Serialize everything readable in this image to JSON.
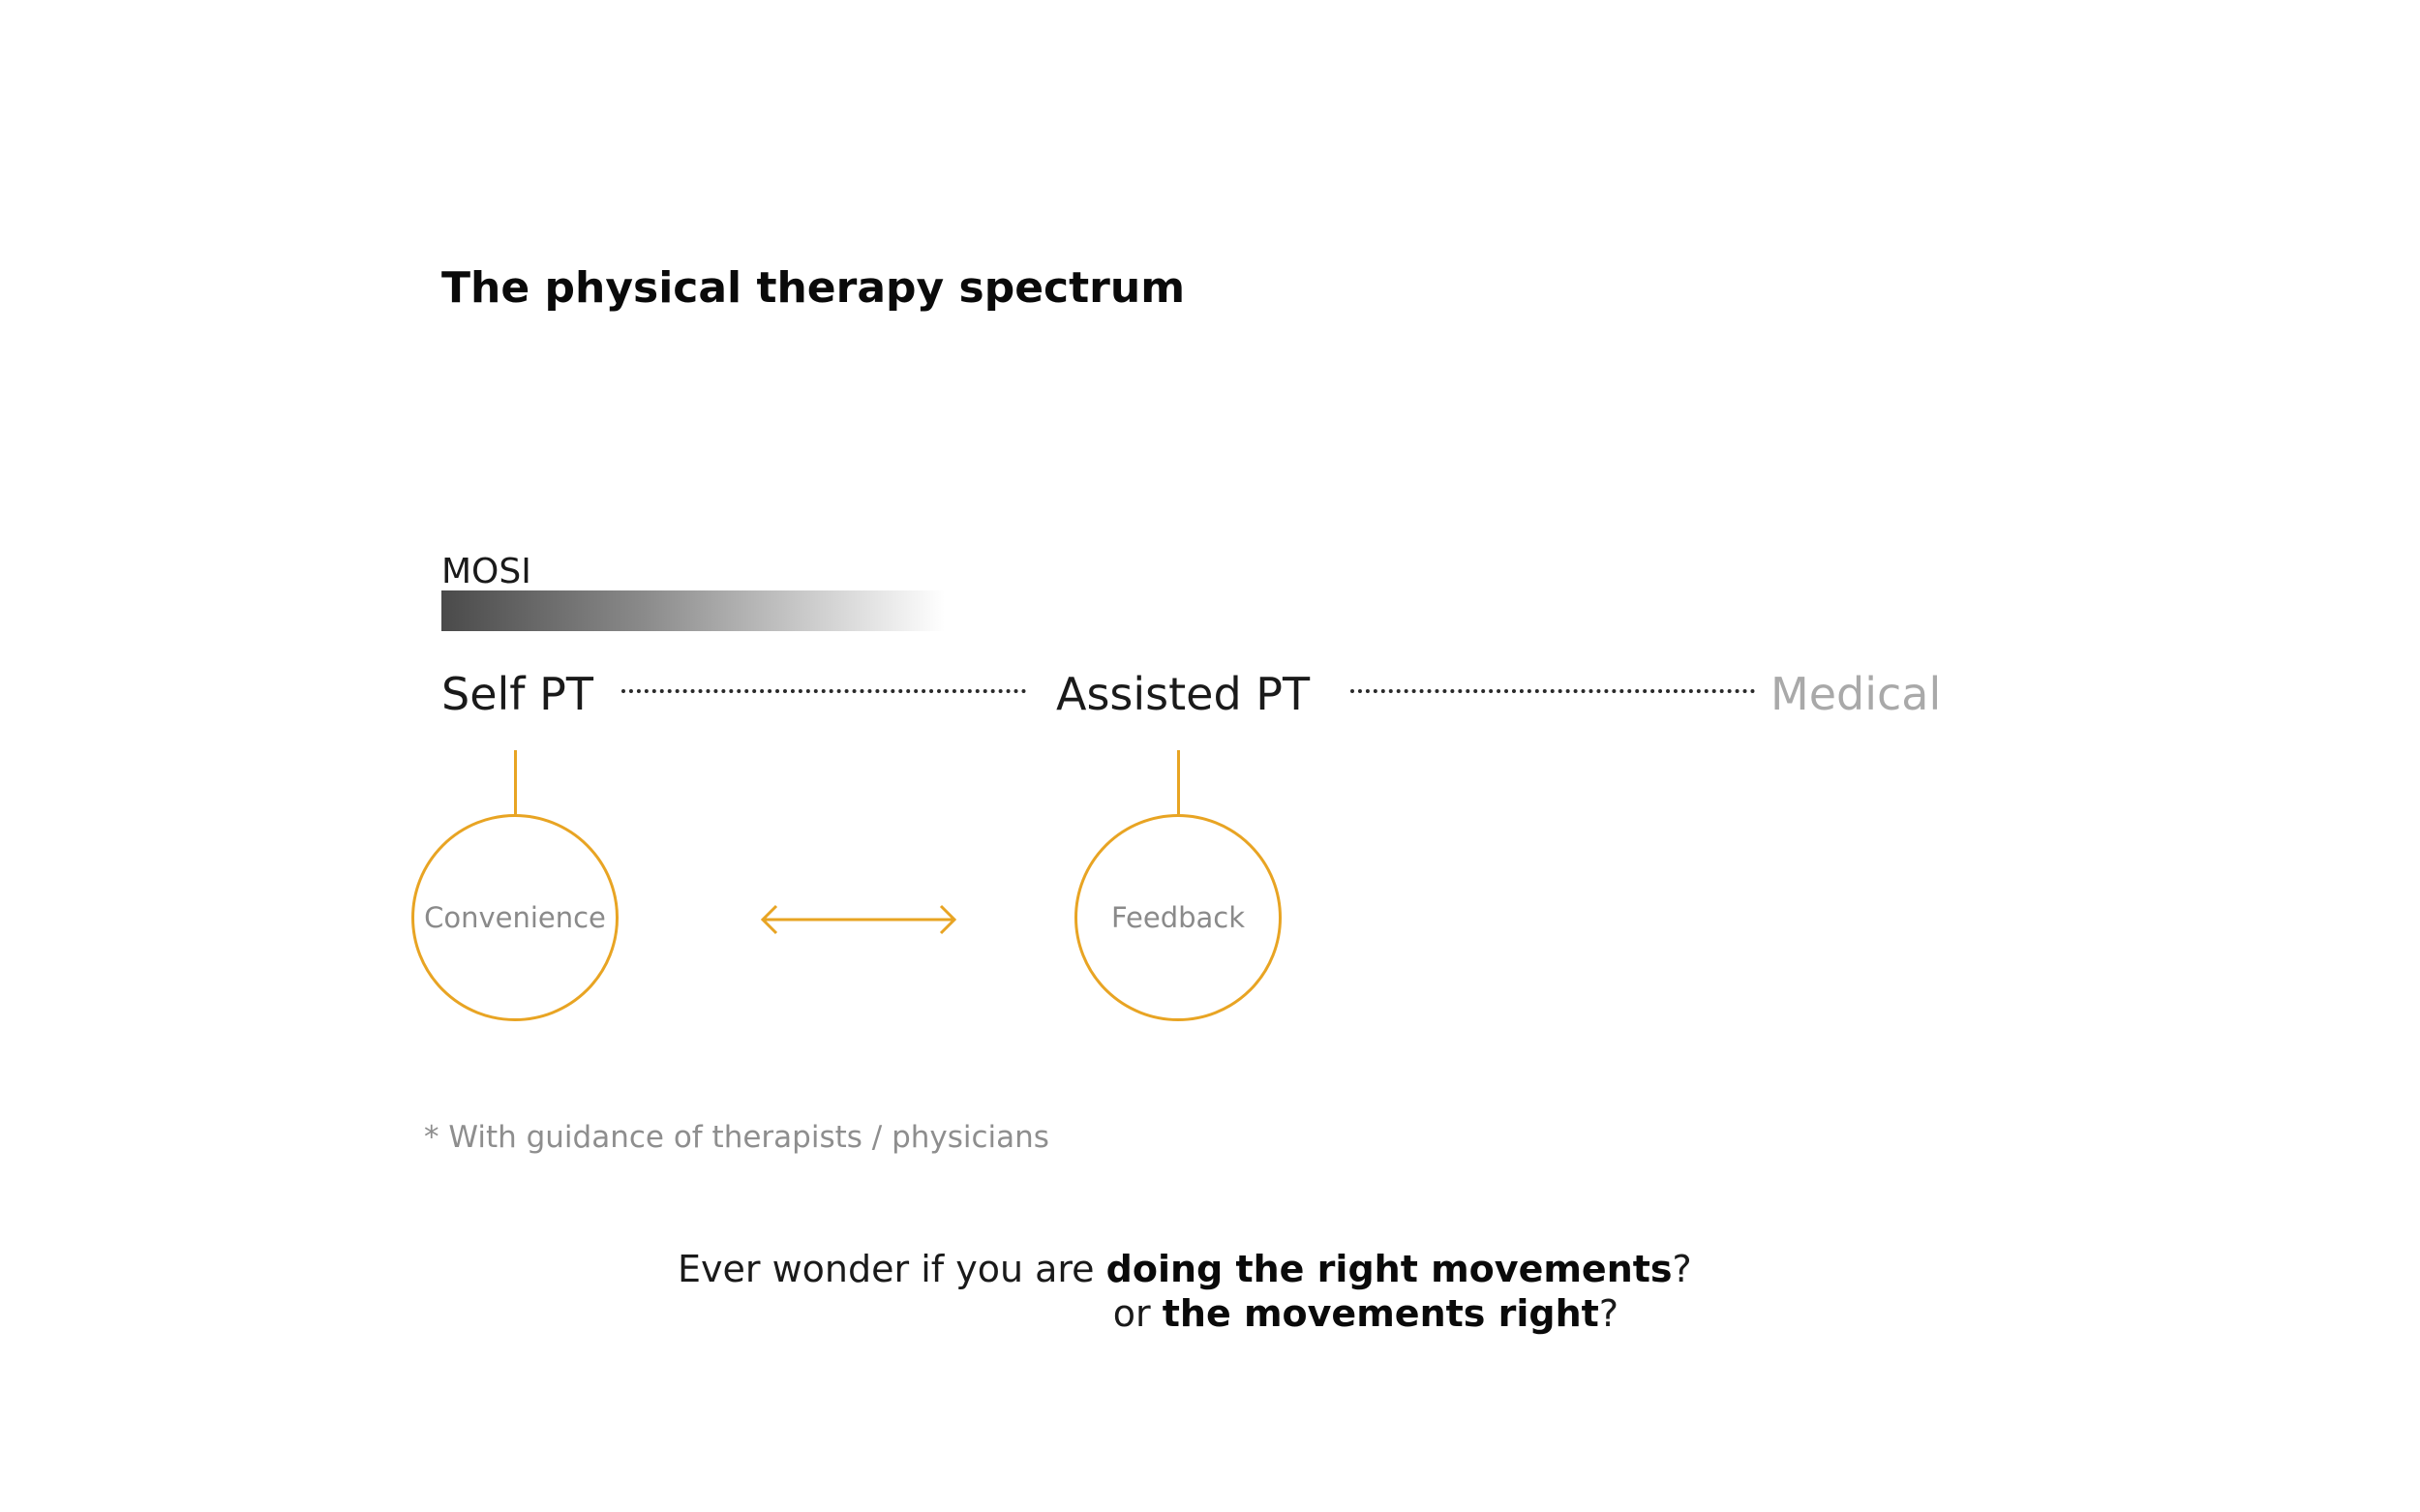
{
  "title": "The physical therapy spectrum",
  "brand": "MOSI",
  "spectrum": {
    "stages": [
      "Self PT",
      "Assisted PT",
      "Medical"
    ]
  },
  "attributes": [
    "Convenience",
    "Feedback"
  ],
  "footnote": "* With guidance of therapists / physicians",
  "question": {
    "line1_prefix": "Ever wonder if you are ",
    "line1_bold": "doing the right movements",
    "line1_suffix": "?",
    "line2_prefix": "or ",
    "line2_bold": "the movements right",
    "line2_suffix": "?"
  },
  "colors": {
    "accent": "#e8a423",
    "muted_text": "#8a8a8a",
    "faded_stage": "#a9a9a9",
    "gradient_dark": "#4a4a4a"
  }
}
